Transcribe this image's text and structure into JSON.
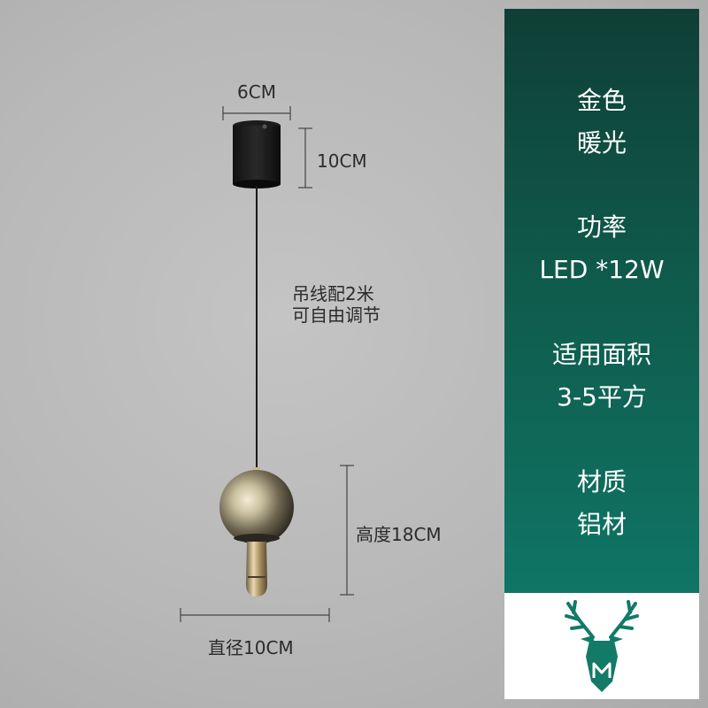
{
  "dimensions": {
    "canopy_width": "6CM",
    "canopy_height": "10CM",
    "cable_note_line1": "吊线配2米",
    "cable_note_line2": "可自由调节",
    "shade_height": "高度18CM",
    "shade_diameter": "直径10CM"
  },
  "specs": [
    {
      "label": "金色",
      "value": "暖光"
    },
    {
      "label": "功率",
      "value": "LED *12W"
    },
    {
      "label": "适用面积",
      "value": "3-5平方"
    },
    {
      "label": "材质",
      "value": "铝材"
    }
  ],
  "colors": {
    "panel_top": "#0f3f35",
    "panel_bottom": "#0f7565",
    "logo": "#137a68"
  },
  "logo": {
    "icon": "deer-head-icon"
  }
}
